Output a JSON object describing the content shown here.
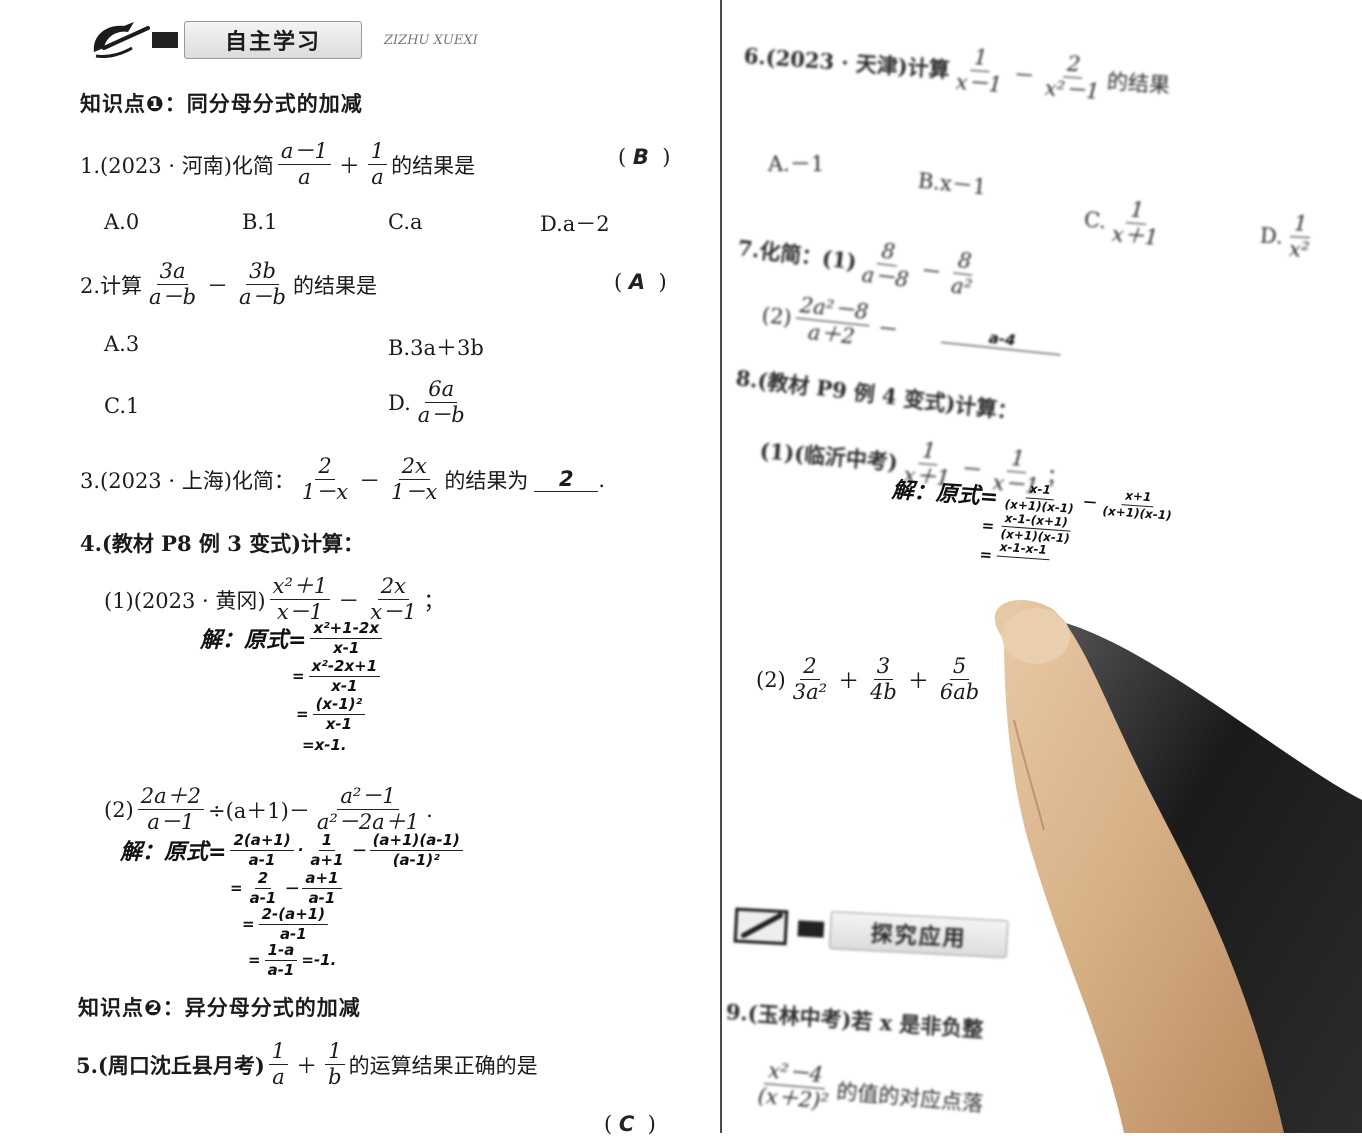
{
  "left": {
    "section_title": "自主学习",
    "section_pinyin": "ZIZHU XUEXI",
    "kp1": "知识点❶：同分母分式的加减",
    "q1": {
      "label": "1.(2023 · 河南)化简",
      "f1_num": "a－1",
      "f1_den": "a",
      "op": "＋",
      "f2_num": "1",
      "f2_den": "a",
      "tail": "的结果是",
      "answer": "B",
      "options": [
        "A.0",
        "B.1",
        "C.a",
        "D.a－2"
      ]
    },
    "q2": {
      "label": "2.计算",
      "f1_num": "3a",
      "f1_den": "a－b",
      "op": "－",
      "f2_num": "3b",
      "f2_den": "a－b",
      "tail": "的结果是",
      "answer": "A",
      "optA": "A.3",
      "optB": "B.3a＋3b",
      "optC": "C.1",
      "optD_prefix": "D.",
      "optD_num": "6a",
      "optD_den": "a－b"
    },
    "q3": {
      "label": "3.(2023 · 上海)化简：",
      "f1_num": "2",
      "f1_den": "1－x",
      "op": "－",
      "f2_num": "2x",
      "f2_den": "1－x",
      "tail": "的结果为",
      "answer": "2"
    },
    "q4": {
      "label": "4.(教材 P8 例 3 变式)计算：",
      "p1_label": "(1)(2023 · 黄冈)",
      "p1_f1_num": "x²＋1",
      "p1_f1_den": "x－1",
      "p1_op": "－",
      "p1_f2_num": "2x",
      "p1_f2_den": "x－1",
      "p1_end": "；",
      "p1_work": {
        "start": "解：原式=",
        "l1_num": "x²+1-2x",
        "l1_den": "x-1",
        "l2_num": "x²-2x+1",
        "l2_den": "x-1",
        "l3_num": "(x-1)²",
        "l3_den": "x-1",
        "l4": "=x-1."
      },
      "p2_label": "(2)",
      "p2_f1_num": "2a＋2",
      "p2_f1_den": "a－1",
      "p2_mid": "÷(a＋1)－",
      "p2_f2_num": "a²－1",
      "p2_f2_den": "a²－2a＋1",
      "p2_end": ".",
      "p2_work": {
        "start": "解：原式=",
        "l1a_num": "2(a+1)",
        "l1a_den": "a-1",
        "l1b_num": "1",
        "l1b_den": "a+1",
        "l1c_num": "(a+1)(a-1)",
        "l1c_den": "(a-1)²",
        "l2a_num": "2",
        "l2a_den": "a-1",
        "l2b_num": "a+1",
        "l2b_den": "a-1",
        "l3_num": "2-(a+1)",
        "l3_den": "a-1",
        "l4_num": "1-a",
        "l4_den": "a-1",
        "l4_tail": "=-1."
      }
    },
    "kp2": "知识点❷：异分母分式的加减",
    "q5": {
      "label": "5.(周口沈丘县月考)",
      "f1_num": "1",
      "f1_den": "a",
      "op": "＋",
      "f2_num": "1",
      "f2_den": "b",
      "tail": "的运算结果正确的是",
      "answer": "C"
    }
  },
  "right": {
    "q6": {
      "label": "6.(2023 · 天津)计算",
      "f1_num": "1",
      "f1_den": "x－1",
      "op": "－",
      "f2_num": "2",
      "f2_den": "x²－1",
      "tail": "的结果",
      "optA": "A.－1",
      "optB": "B.x－1",
      "optC_prefix": "C.",
      "optC_num": "1",
      "optC_den": "x＋1",
      "optD_prefix": "D.",
      "optD_num": "1",
      "optD_den": "x²"
    },
    "q7": {
      "label": "7.化简：(1)",
      "p1_f1_num": "8",
      "p1_f1_den": "a－8",
      "p1_f2_num": "8",
      "p1_f2_den": "a²",
      "p2_label": "(2)",
      "p2_f1_num": "2a²－8",
      "p2_f1_den": "a＋2",
      "p2_hw": "a-4"
    },
    "q8": {
      "label": "8.(教材 P9 例 4 变式)计算：",
      "p1_label": "(1)(临沂中考)",
      "p1_f1_num": "1",
      "p1_f1_den": "x＋1",
      "p1_op": "－",
      "p1_f2_num": "1",
      "p1_f2_den": "x－1",
      "p1_end": "；",
      "p1_work": {
        "start": "解：原式=",
        "l1a_num": "x-1",
        "l1a_den": "(x+1)(x-1)",
        "l1b_num": "x+1",
        "l1b_den": "(x+1)(x-1)",
        "l2_num": "x-1-(x+1)",
        "l2_den": "(x+1)(x-1)",
        "l3_num": "x-1-x-1"
      },
      "p2_label": "(2)",
      "p2_f1_num": "2",
      "p2_f1_den": "3a²",
      "p2_f2_num": "3",
      "p2_f2_den": "4b",
      "p2_f3_num": "5",
      "p2_f3_den": "6ab"
    },
    "section2_title": "探究应用",
    "q9": {
      "label": "9.(玉林中考)若 x 是非负整",
      "f_num": "x²－4",
      "f_den": "(x＋2)²",
      "tail": "的值的对应点落"
    }
  },
  "colors": {
    "ink": "#1b1b1b",
    "paper": "#ffffff",
    "finger_skin": "#d9b58f",
    "pen": "#1a1a1a"
  },
  "icons": [
    "pen-nib-icon",
    "pencil-box-icon"
  ]
}
